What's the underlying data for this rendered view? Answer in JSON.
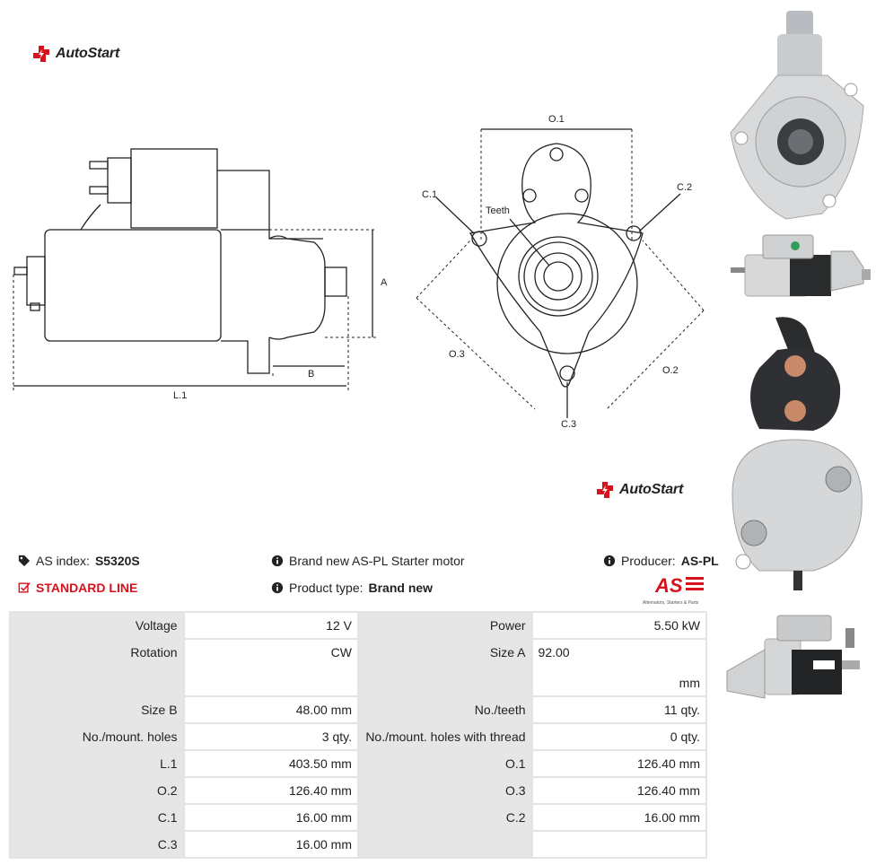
{
  "brand": {
    "name": "AutoStart",
    "color": "#d8121c"
  },
  "drawing": {
    "labels": {
      "a": "A",
      "b": "B",
      "l1": "L.1",
      "o1": "O.1",
      "o2": "O.2",
      "o3": "O.3",
      "c1": "C.1",
      "c2": "C.2",
      "c3": "C.3",
      "teeth": "Teeth"
    }
  },
  "info": {
    "as_index_label": "AS index:",
    "as_index_value": "S5320S",
    "line": "STANDARD LINE",
    "product_desc": "Brand new AS-PL Starter motor",
    "product_type_label": "Product type:",
    "product_type_value": "Brand new",
    "producer_label": "Producer:",
    "producer_value": "AS-PL",
    "as_logo_text": "AS",
    "as_logo_tagline": "Alternators, Starters & Parts"
  },
  "specs": [
    [
      {
        "label": "Voltage",
        "value": "12 V"
      },
      {
        "label": "Power",
        "value": "5.50 kW"
      }
    ],
    [
      {
        "label": "Rotation",
        "value": "CW"
      },
      {
        "label": "Size A",
        "value": "92.00",
        "unit": "mm"
      }
    ],
    [
      {
        "label": "Size B",
        "value": "48.00 mm"
      },
      {
        "label": "No./teeth",
        "value": "11 qty."
      }
    ],
    [
      {
        "label": "No./mount. holes",
        "value": "3 qty."
      },
      {
        "label": "No./mount. holes with thread",
        "value": "0 qty."
      }
    ],
    [
      {
        "label": "L.1",
        "value": "403.50 mm"
      },
      {
        "label": "O.1",
        "value": "126.40 mm"
      }
    ],
    [
      {
        "label": "O.2",
        "value": "126.40 mm"
      },
      {
        "label": "O.3",
        "value": "126.40 mm"
      }
    ],
    [
      {
        "label": "C.1",
        "value": "16.00 mm"
      },
      {
        "label": "C.2",
        "value": "16.00 mm"
      }
    ],
    [
      {
        "label": "C.3",
        "value": "16.00 mm"
      },
      {
        "label": "",
        "value": ""
      }
    ]
  ]
}
